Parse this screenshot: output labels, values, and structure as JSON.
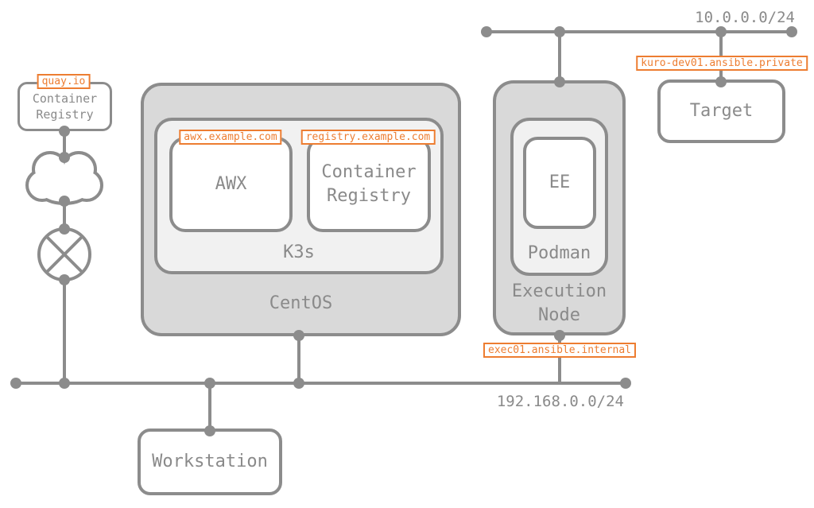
{
  "colors": {
    "stroke": "#8C8C8C",
    "text": "#8A8A8A",
    "accent": "#ED7D31",
    "fill_outer": "#D9D9D9",
    "fill_inner": "#F1F1F1",
    "fill_node": "#FFFFFF"
  },
  "networks": {
    "top": "10.0.0.0/24",
    "bottom": "192.168.0.0/24"
  },
  "tags": {
    "quay": "quay.io",
    "awx": "awx.example.com",
    "registry": "registry.example.com",
    "target": "kuro-dev01.ansible.private",
    "exec": "exec01.ansible.internal"
  },
  "boxes": {
    "external_registry": {
      "line1": "Container",
      "line2": "Registry"
    },
    "centos": "CentOS",
    "k3s": "K3s",
    "awx": "AWX",
    "internal_registry": {
      "line1": "Container",
      "line2": "Registry"
    },
    "execution_node": {
      "line1": "Execution",
      "line2": "Node"
    },
    "podman": "Podman",
    "ee": "EE",
    "target": "Target",
    "workstation": "Workstation"
  },
  "icons": {
    "cloud": "cloud",
    "gateway": "circled-x"
  }
}
